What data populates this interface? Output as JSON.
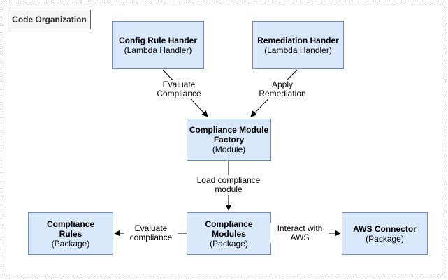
{
  "diagram": {
    "title": "Code Organization",
    "nodes": [
      {
        "id": "config-rule-handler",
        "title": "Config Rule Hander",
        "subtitle": "(Lambda Handler)"
      },
      {
        "id": "remediation-handler",
        "title": "Remediation Hander",
        "subtitle": "(Lambda Handler)"
      },
      {
        "id": "compliance-module-factory",
        "title": "Compliance Module Factory",
        "subtitle": "(Module)"
      },
      {
        "id": "compliance-rules",
        "title": "Compliance Rules",
        "subtitle": "(Package)"
      },
      {
        "id": "compliance-modules",
        "title": "Compliance Modules",
        "subtitle": "(Package)"
      },
      {
        "id": "aws-connector",
        "title": "AWS Connector",
        "subtitle": "(Package)"
      }
    ],
    "edges": [
      {
        "from": "config-rule-handler",
        "to": "compliance-module-factory",
        "label": "Evaluate Compliance"
      },
      {
        "from": "remediation-handler",
        "to": "compliance-module-factory",
        "label": "Apply Remediation"
      },
      {
        "from": "compliance-module-factory",
        "to": "compliance-modules",
        "label": "Load compliance module"
      },
      {
        "from": "compliance-modules",
        "to": "compliance-rules",
        "label": "Evaluate compliance"
      },
      {
        "from": "compliance-modules",
        "to": "aws-connector",
        "label": "Interact with AWS"
      }
    ],
    "colors": {
      "node_fill": "#dae8fc",
      "node_border": "#6c8ebf",
      "title_fill": "#f5f5f5",
      "title_border": "#666666",
      "line": "#000000",
      "background": "#ffffff"
    }
  }
}
